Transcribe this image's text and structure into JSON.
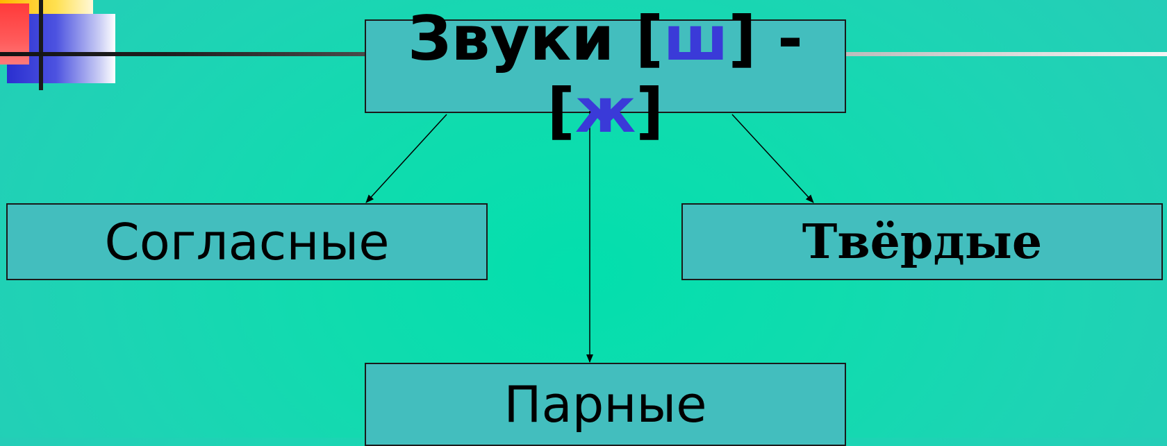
{
  "title": {
    "line1_prefix": "Звуки [",
    "line1_accent": "ш",
    "line1_suffix": "] -",
    "line2_prefix": "[",
    "line2_accent": "ж",
    "line2_suffix": "]"
  },
  "nodes": {
    "left": "Согласные",
    "right": "Твёрдые",
    "bottom": "Парные"
  },
  "colors": {
    "accent": "#3a3ad8",
    "box_fill": "#43bebe",
    "background": "#0fdcae"
  }
}
